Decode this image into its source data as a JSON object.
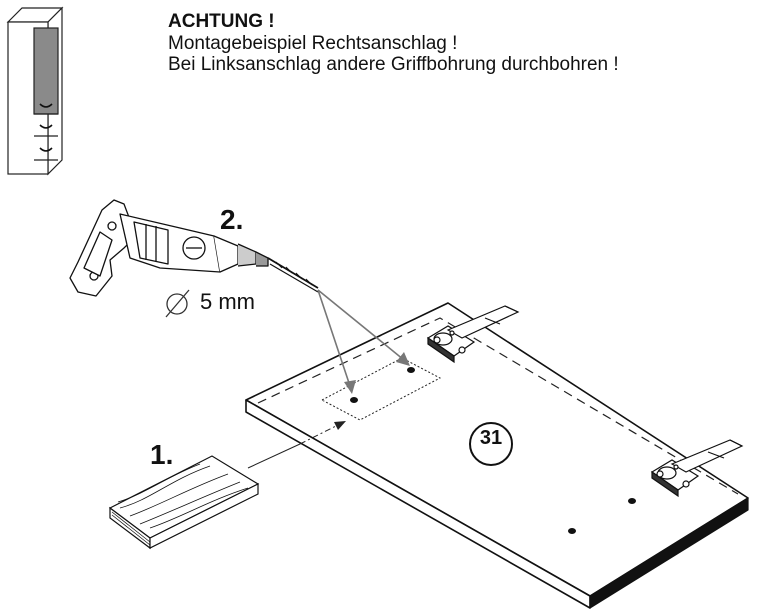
{
  "notice": {
    "title": "ACHTUNG !",
    "line1": "Montagebeispiel Rechtsanschlag !",
    "line2": "Bei Linksanschlag andere Griffbohrung durchbohren !"
  },
  "steps": {
    "step1": "1.",
    "step2": "2."
  },
  "drill_size": "5 mm",
  "part_number": "31"
}
